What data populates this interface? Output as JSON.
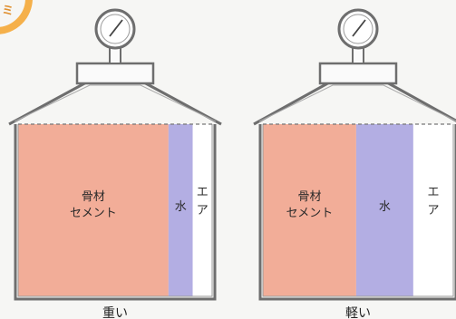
{
  "corner_mark": "ミ",
  "colors": {
    "aggregate_cement": "#f2ad98",
    "water": "#b3aee3",
    "air": "#ffffff",
    "outline": "#6e6e6e",
    "corner_ring": "#f5b04a"
  },
  "containers": [
    {
      "caption": "重い",
      "segments": [
        {
          "name": "aggregate-cement",
          "label": [
            "骨材",
            "セメント"
          ],
          "fraction": 0.775
        },
        {
          "name": "water",
          "label": [
            "水"
          ],
          "fraction": 0.125
        },
        {
          "name": "air",
          "label": [
            "エ",
            "ア"
          ],
          "fraction": 0.1
        }
      ]
    },
    {
      "caption": "軽い",
      "segments": [
        {
          "name": "aggregate-cement",
          "label": [
            "骨材",
            "セメント"
          ],
          "fraction": 0.49
        },
        {
          "name": "water",
          "label": [
            "水"
          ],
          "fraction": 0.3
        },
        {
          "name": "air",
          "label": [
            "エ",
            "ア"
          ],
          "fraction": 0.21
        }
      ]
    }
  ]
}
